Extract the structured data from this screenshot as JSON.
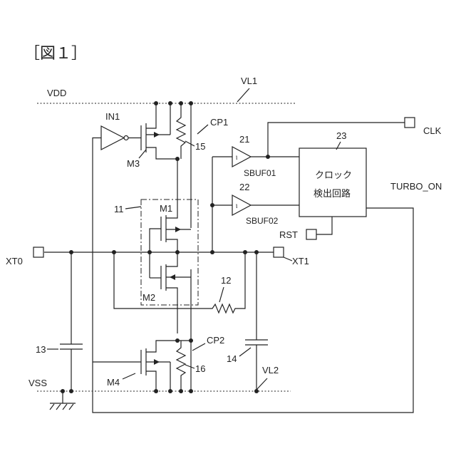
{
  "figure_title": "［図１］",
  "nets": {
    "vdd": "VDD",
    "vl1": "VL1",
    "vss": "VSS",
    "vl2": "VL2"
  },
  "ports": {
    "xt0": "XT0",
    "xt1": "XT1",
    "clk": "CLK",
    "rst": "RST",
    "turbo_on": "TURBO_ON"
  },
  "components": {
    "in1": "IN1",
    "m1": "M1",
    "m2": "M2",
    "m3": "M3",
    "m4": "M4",
    "cp1": "CP1",
    "cp2": "CP2",
    "ref11": "11",
    "ref12": "12",
    "ref13": "13",
    "ref14": "14",
    "ref15": "15",
    "ref16": "16",
    "ref21": "21",
    "ref22": "22",
    "ref23": "23",
    "sbuf01": "SBUF01",
    "sbuf02": "SBUF02",
    "detector_line1": "クロック",
    "detector_line2": "検出回路"
  }
}
